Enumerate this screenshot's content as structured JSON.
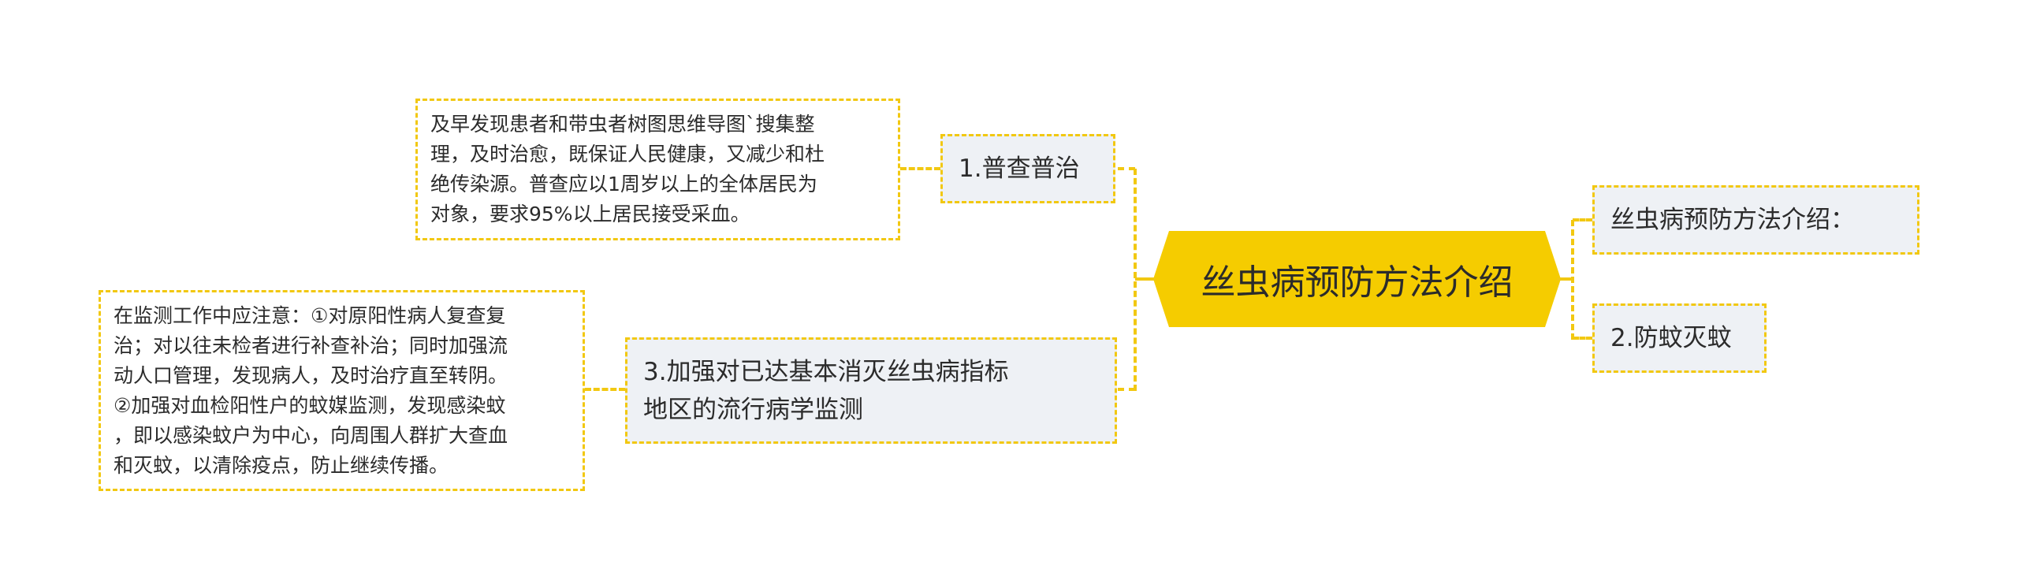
{
  "central": {
    "label": "丝虫病预防方法介绍"
  },
  "left_topics": [
    {
      "label": "1.普查普治"
    },
    {
      "label": "3.加强对已达基本消灭丝虫病指标地区的流行病学监测",
      "lines": [
        "3.加强对已达基本消灭丝虫病指标",
        "地区的流行病学监测"
      ]
    }
  ],
  "left_notes": [
    {
      "lines": [
        "及早发现患者和带虫者树图思维导图`搜集整",
        "理，及时治愈，既保证人民健康，又减少和杜",
        "绝传染源。普查应以1周岁以上的全体居民为",
        "对象，要求95%以上居民接受采血。"
      ]
    },
    {
      "lines": [
        "在监测工作中应注意：①对原阳性病人复查复",
        "治；对以往未检者进行补查补治；同时加强流",
        "动人口管理，发现病人，及时治疗直至转阴。",
        "②加强对血检阳性户的蚊媒监测，发现感染蚊",
        "，即以感染蚊户为中心，向周围人群扩大查血",
        "和灭蚊，以清除疫点，防止继续传播。"
      ]
    }
  ],
  "right_topics": [
    {
      "label": "丝虫病预防方法介绍："
    },
    {
      "label": "2.防蚊灭蚊"
    }
  ],
  "colors": {
    "accent": "#f2c811",
    "central_fill": "#f5cc00",
    "topic_bg": "#eef1f5",
    "text": "#2b2b2b"
  }
}
